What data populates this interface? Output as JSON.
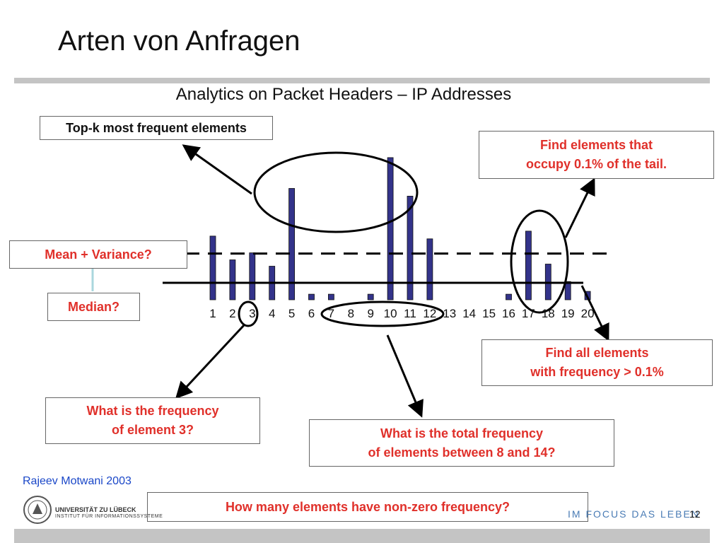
{
  "slide": {
    "title": "Arten von Anfragen",
    "subtitle": "Analytics on Packet Headers – IP Addresses",
    "page_number": "12",
    "citation": "Rajeev Motwani 2003",
    "footer_slogan": "IM FOCUS DAS LEBEN",
    "university_name": "UNIVERSITÄT ZU LÜBECK",
    "university_institute": "INSTITUT FÜR INFORMATIONSSYSTEME"
  },
  "callouts": {
    "top_k": "Top-k most frequent elements",
    "tail_line1": "Find elements that",
    "tail_line2": "occupy 0.1% of the tail.",
    "mean_variance": "Mean + Variance?",
    "median": "Median?",
    "freq_threshold_line1": "Find all elements",
    "freq_threshold_line2": "with frequency > 0.1%",
    "element3_line1": "What is the frequency",
    "element3_line2": "of element 3?",
    "range_line1": "What is the total frequency",
    "range_line2": "of elements between 8 and 14?",
    "nonzero": "How many elements have non-zero frequency?"
  },
  "chart_data": {
    "type": "bar",
    "categories": [
      "1",
      "2",
      "3",
      "4",
      "5",
      "6",
      "7",
      "8",
      "9",
      "10",
      "11",
      "12",
      "13",
      "14",
      "15",
      "16",
      "17",
      "18",
      "19",
      "20"
    ],
    "values": [
      91,
      57,
      67,
      48,
      159,
      8,
      8,
      0,
      8,
      203,
      148,
      87,
      0,
      0,
      0,
      8,
      98,
      51,
      26,
      12
    ],
    "mean_line": 66,
    "ylim": [
      0,
      210
    ],
    "bar_color": "#33338a",
    "mean_line_style": "dashed",
    "grid": false
  }
}
